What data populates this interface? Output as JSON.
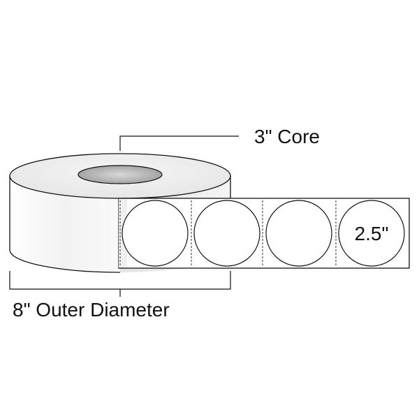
{
  "labels": {
    "core": "3\" Core",
    "outer_diameter": "8\" Outer Diameter",
    "label_size": "2.5\""
  },
  "roll": {
    "visible_label_count": 4,
    "label_shape": "circle"
  },
  "colors": {
    "line": "#111111",
    "background": "#ffffff",
    "core_fill": "#b3b3b3",
    "roll_side_shade": "#dcdcdc",
    "roll_top_shade": "#ebebeb"
  }
}
